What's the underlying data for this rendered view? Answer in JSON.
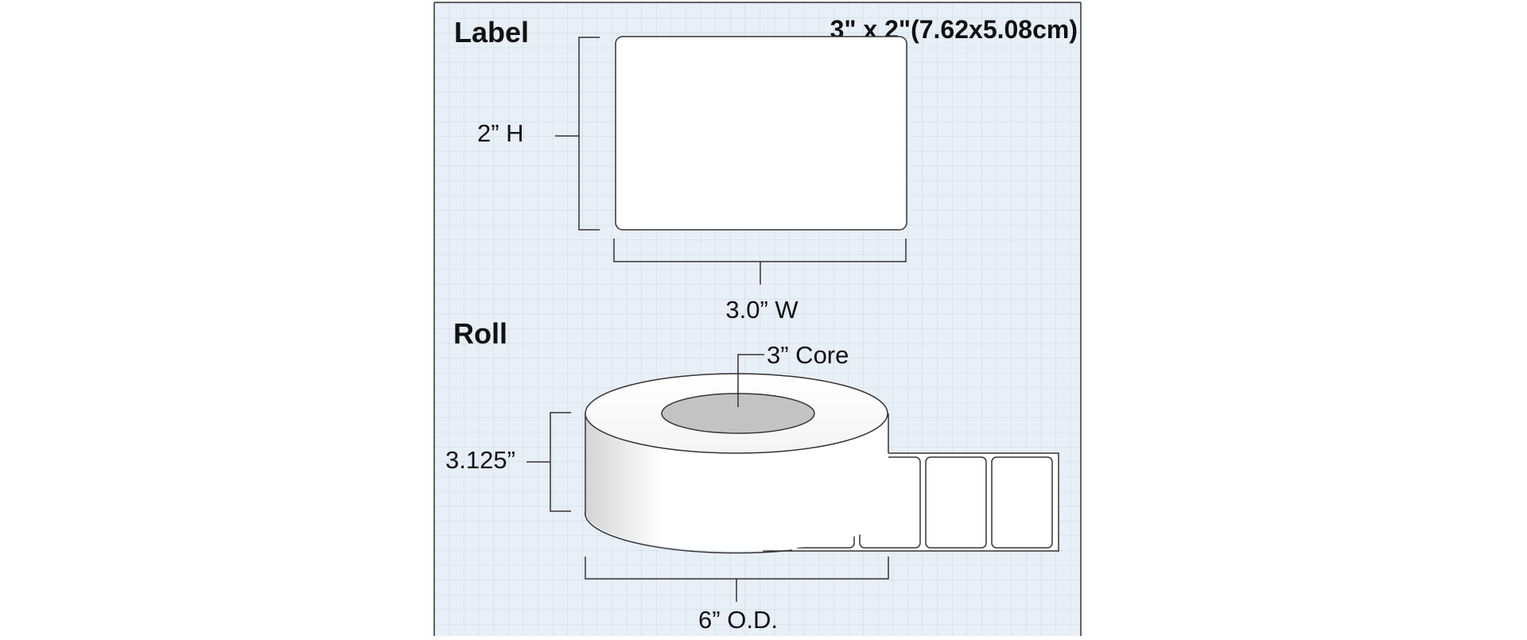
{
  "label_section": {
    "heading": "Label",
    "size_text": "3\" x 2\"(7.62x5.08cm)",
    "height_label": "2” H",
    "width_label": "3.0” W"
  },
  "roll_section": {
    "heading": "Roll",
    "core_label": "3” Core",
    "width_label": "3.125”",
    "diameter_label": "6” O.D."
  },
  "colors": {
    "grid_background": "#e8eff7",
    "grid_line": "#c9d6e4",
    "line": "#333333",
    "core_fill": "#c3c3c3"
  }
}
